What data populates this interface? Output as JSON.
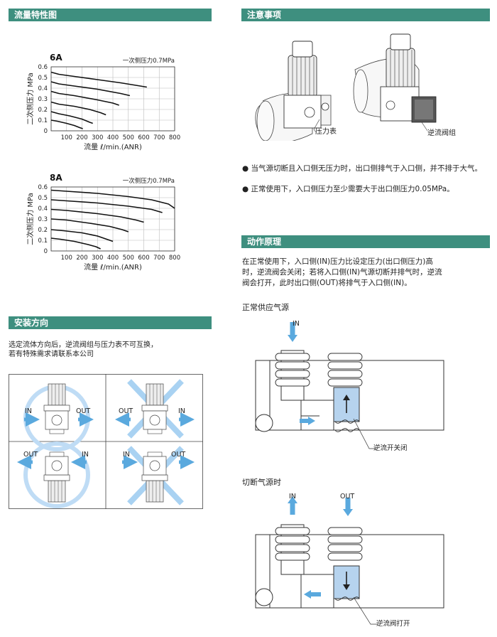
{
  "sections": {
    "flow": "流量特性图",
    "caution": "注意事项",
    "install": "安装方向",
    "principle": "动作原理"
  },
  "chart_common": {
    "ylabel": "二次侧压力 MPa",
    "xlabel": "流量 ℓ/min.(ANR)",
    "note": "一次侧压力0.7MPa"
  },
  "chart_data": [
    {
      "type": "line",
      "title": "6A",
      "xlabel": "流量 ℓ/min.(ANR)",
      "ylabel": "二次侧压力 MPa",
      "xticks": [
        100,
        200,
        300,
        400,
        500,
        600,
        700,
        800
      ],
      "yticks": [
        0,
        0.1,
        0.2,
        0.3,
        0.4,
        0.5,
        0.6
      ],
      "xlim": [
        0,
        800
      ],
      "ylim": [
        0,
        0.6
      ],
      "grid": true,
      "annotation": "一次侧压力0.7MPa",
      "series": [
        {
          "x": [
            0,
            50,
            150,
            300,
            450,
            620
          ],
          "y": [
            0.55,
            0.53,
            0.51,
            0.48,
            0.45,
            0.41
          ]
        },
        {
          "x": [
            0,
            50,
            150,
            300,
            450,
            510
          ],
          "y": [
            0.46,
            0.44,
            0.42,
            0.39,
            0.35,
            0.33
          ]
        },
        {
          "x": [
            0,
            50,
            150,
            300,
            400,
            440
          ],
          "y": [
            0.37,
            0.35,
            0.33,
            0.29,
            0.26,
            0.24
          ]
        },
        {
          "x": [
            0,
            50,
            150,
            250,
            320,
            355
          ],
          "y": [
            0.27,
            0.25,
            0.23,
            0.2,
            0.17,
            0.15
          ]
        },
        {
          "x": [
            0,
            50,
            120,
            200,
            250,
            270
          ],
          "y": [
            0.18,
            0.16,
            0.14,
            0.11,
            0.08,
            0.07
          ]
        },
        {
          "x": [
            0,
            40,
            100,
            150,
            185,
            205
          ],
          "y": [
            0.1,
            0.09,
            0.07,
            0.05,
            0.03,
            0.02
          ]
        }
      ]
    },
    {
      "type": "line",
      "title": "8A",
      "xlabel": "流量 ℓ/min.(ANR)",
      "ylabel": "二次侧压力 MPa",
      "xticks": [
        100,
        200,
        300,
        400,
        500,
        600,
        700,
        800
      ],
      "yticks": [
        0,
        0.1,
        0.2,
        0.3,
        0.4,
        0.5,
        0.6
      ],
      "xlim": [
        0,
        800
      ],
      "ylim": [
        0,
        0.6
      ],
      "grid": true,
      "annotation": "一次侧压力0.7MPa",
      "series": [
        {
          "x": [
            0,
            100,
            300,
            500,
            650,
            760,
            800
          ],
          "y": [
            0.57,
            0.56,
            0.54,
            0.51,
            0.48,
            0.44,
            0.4
          ]
        },
        {
          "x": [
            0,
            100,
            300,
            500,
            650,
            720
          ],
          "y": [
            0.48,
            0.47,
            0.45,
            0.42,
            0.39,
            0.36
          ]
        },
        {
          "x": [
            0,
            100,
            300,
            450,
            550,
            600
          ],
          "y": [
            0.39,
            0.38,
            0.35,
            0.32,
            0.29,
            0.27
          ]
        },
        {
          "x": [
            0,
            100,
            250,
            380,
            460,
            500
          ],
          "y": [
            0.3,
            0.29,
            0.26,
            0.23,
            0.2,
            0.18
          ]
        },
        {
          "x": [
            0,
            80,
            200,
            300,
            360,
            400
          ],
          "y": [
            0.2,
            0.19,
            0.17,
            0.14,
            0.11,
            0.09
          ]
        },
        {
          "x": [
            0,
            60,
            150,
            240,
            290,
            320
          ],
          "y": [
            0.12,
            0.11,
            0.09,
            0.06,
            0.04,
            0.02
          ]
        }
      ]
    }
  ],
  "caution": {
    "label_gauge": "压力表",
    "label_check": "逆流阀组",
    "bullet1": "● 当气源切断且入口侧无压力时，出口侧排气于入口侧，并不排于大气。",
    "bullet2": "● 正常使用下，入口侧压力至少需要大于出口侧压力0.05MPa。"
  },
  "install": {
    "desc1": "选定流体方向后，逆流阀组与压力表不可互换，",
    "desc2": "若有特殊需求请联系本公司",
    "cells": [
      {
        "left": "IN",
        "right": "OUT"
      },
      {
        "left": "OUT",
        "right": "IN"
      },
      {
        "left": "OUT",
        "right": "IN"
      },
      {
        "left": "IN",
        "right": "OUT"
      }
    ]
  },
  "principle": {
    "p1": "在正常使用下，入口侧(IN)压力比设定压力(出口侧压力)高",
    "p2": "时，逆流阀会关闭；若将入口侧(IN)气源切断并排气时，逆流",
    "p3": "阀会打开，此时出口侧(OUT)将排气于入口侧(IN)。",
    "normal_title": "正常供应气源",
    "normal_in": "IN",
    "normal_label": "逆流开关闭",
    "cut_title": "切断气源时",
    "cut_in": "IN",
    "cut_out": "OUT",
    "cut_label": "逆流阀打开"
  },
  "colors": {
    "accent": "#3e8f7f",
    "arrow": "#5aa9de",
    "valve": "#b6d3ee",
    "circle": "#bfdcf5",
    "cross": "#a9d2f2"
  }
}
